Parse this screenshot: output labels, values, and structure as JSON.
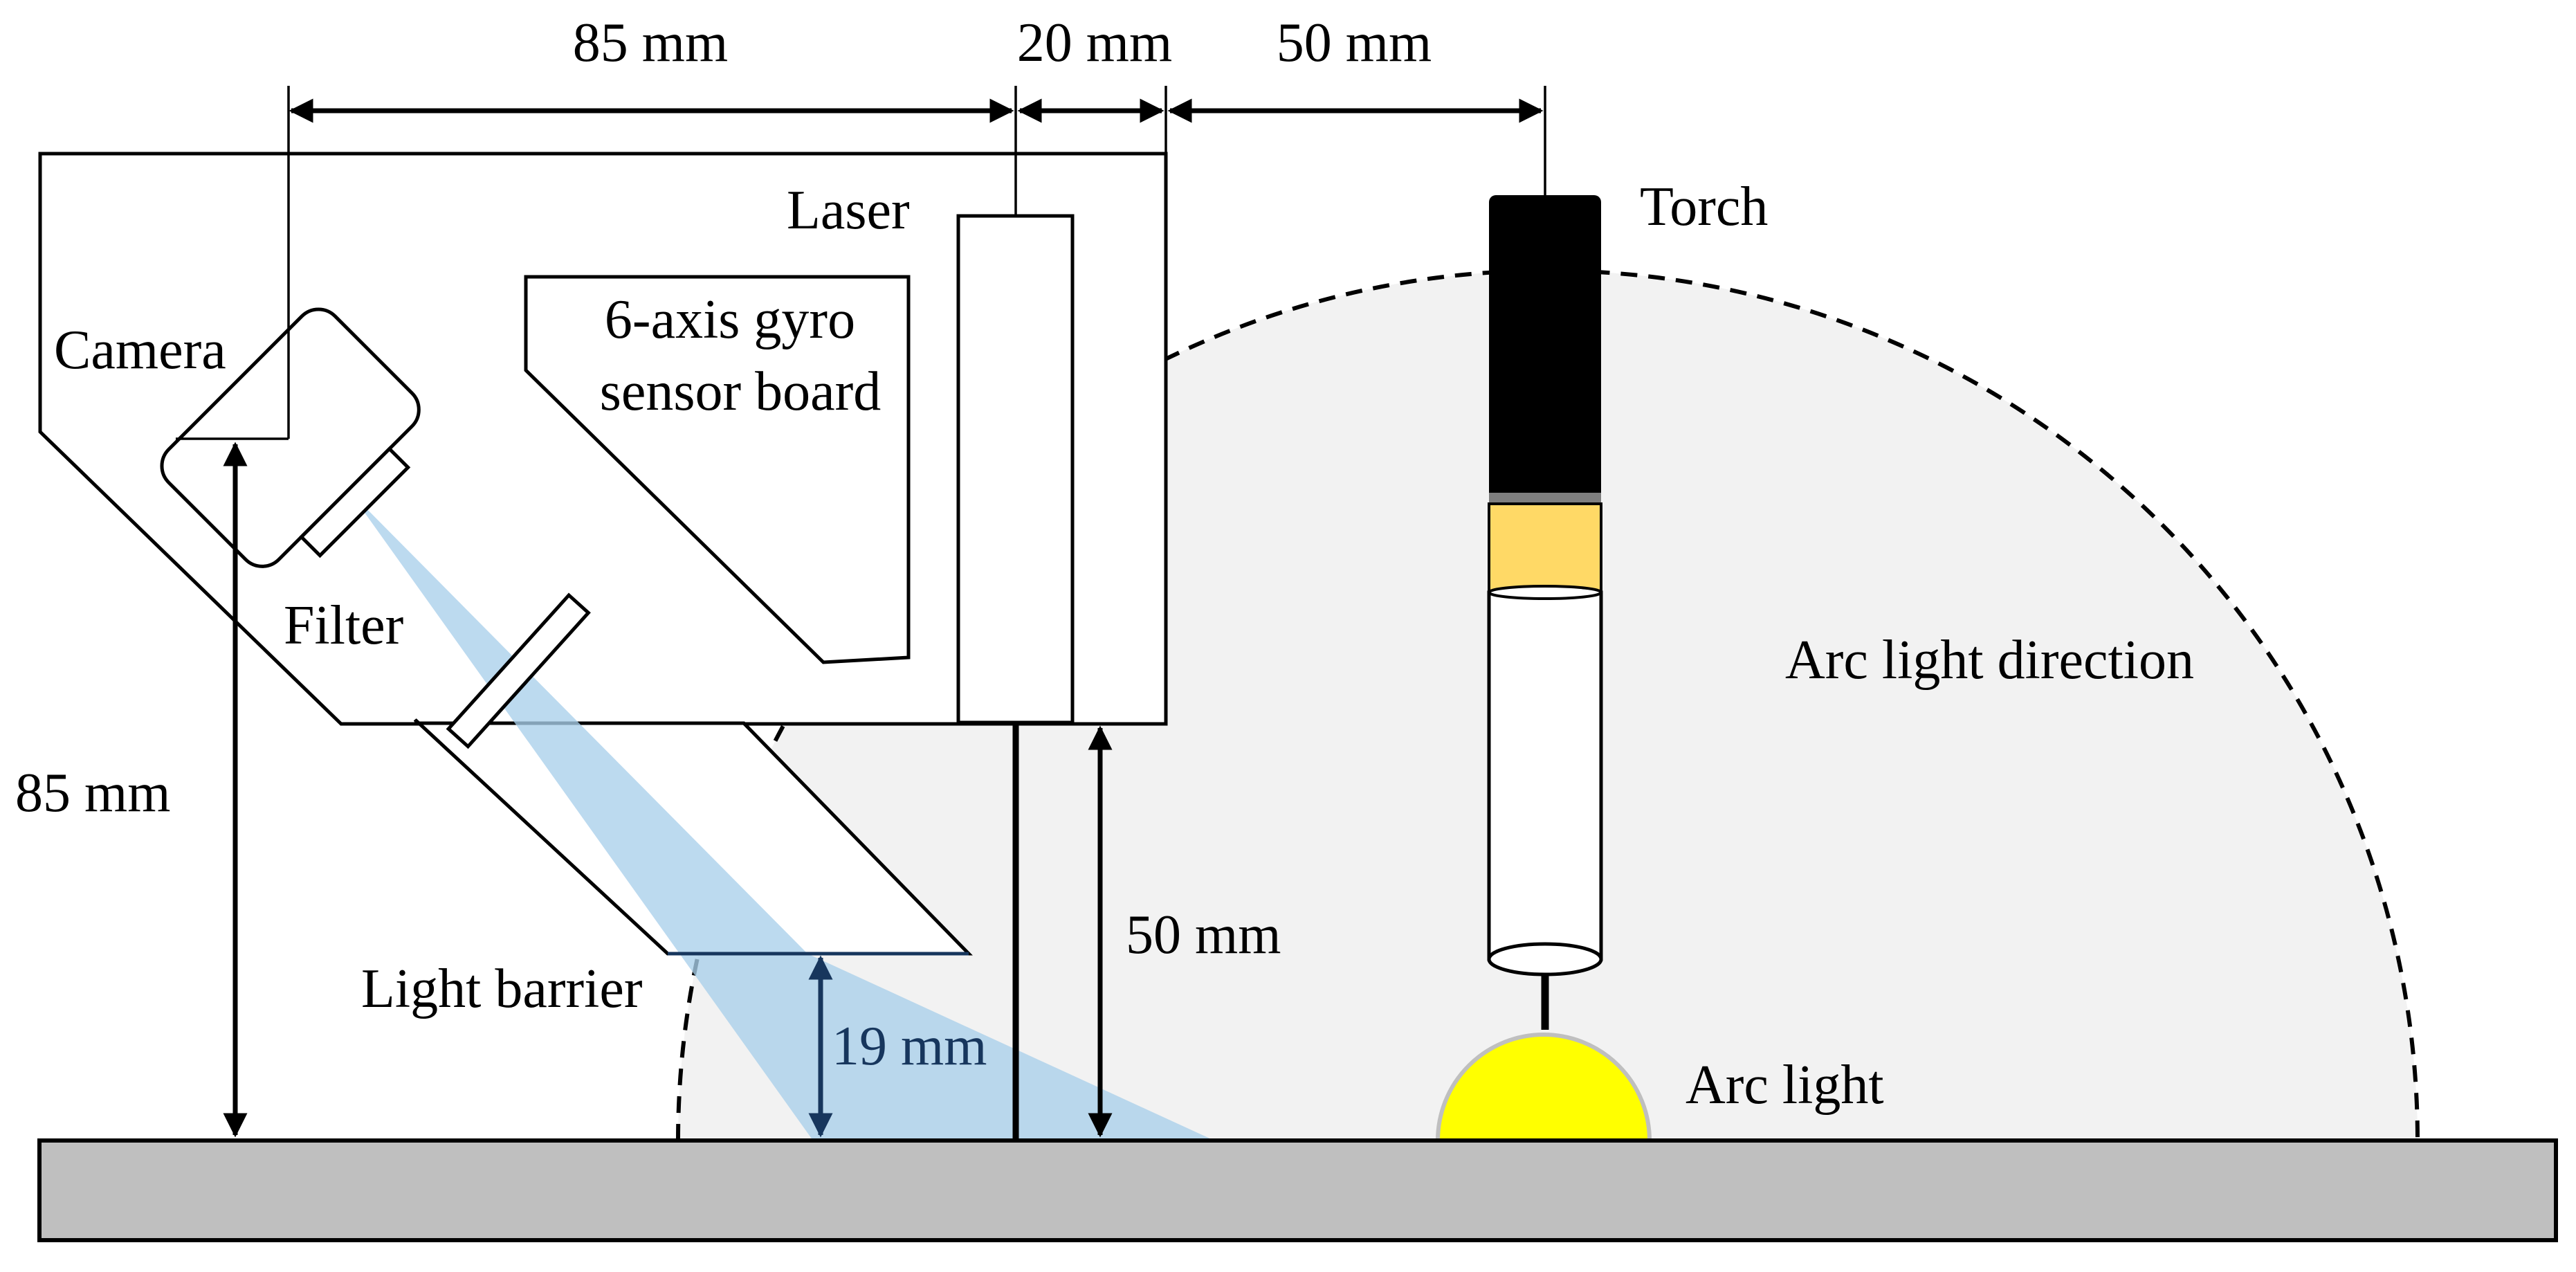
{
  "labels": {
    "camera": "Camera",
    "gyro_line1": "6-axis gyro",
    "gyro_line2": "sensor board",
    "laser": "Laser",
    "torch": "Torch",
    "filter": "Filter",
    "light_barrier": "Light barrier",
    "arc_light_direction": "Arc light direction",
    "arc_light": "Arc light"
  },
  "dimensions": {
    "camera_to_laser": "85 mm",
    "laser_to_housing_edge": "20 mm",
    "housing_edge_to_torch": "50 mm",
    "camera_height": "85 mm",
    "laser_height": "50 mm",
    "barrier_height": "19 mm"
  },
  "colors": {
    "light_beam": "#a9cfea",
    "arc_light": "#ffff00",
    "torch_band": "#ffd966",
    "ground": "#bfbfbf",
    "arc_zone": "#f2f2f2",
    "dim_19mm": "#17365d"
  }
}
